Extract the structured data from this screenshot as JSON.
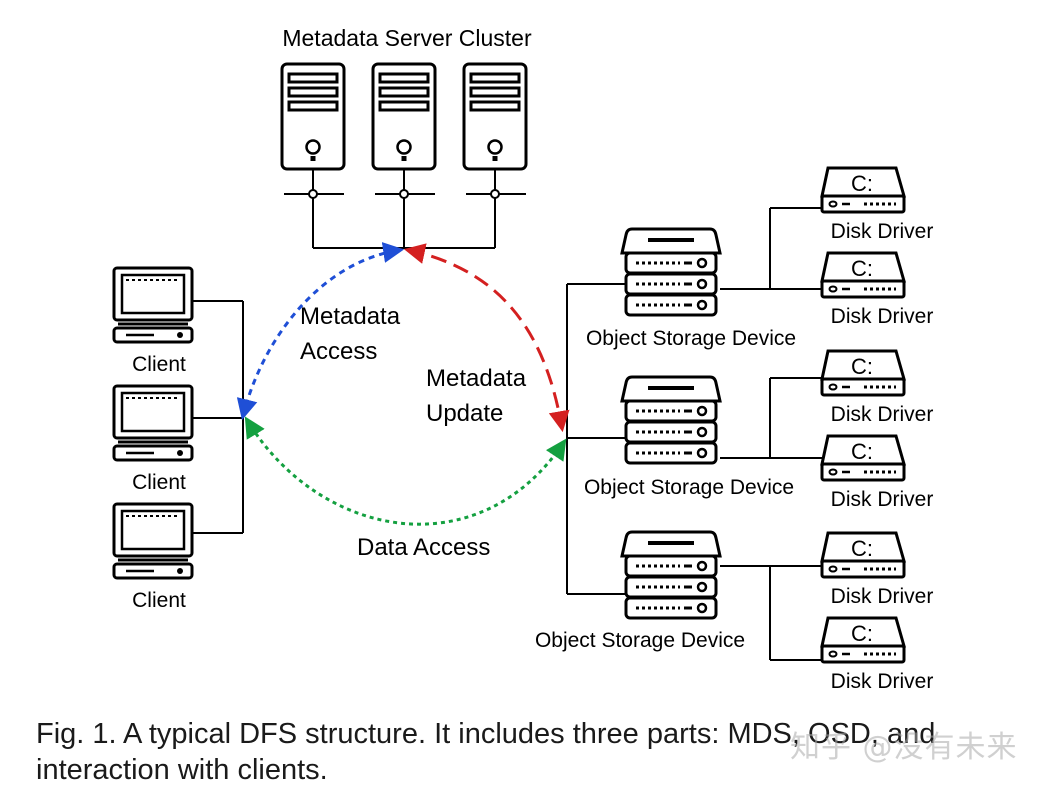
{
  "labels": {
    "mds_cluster": "Metadata Server Cluster",
    "client": "Client",
    "osd": "Object Storage Device",
    "disk": "Disk Driver",
    "disk_drive_letter": "C:",
    "metadata_access_line1": "Metadata",
    "metadata_access_line2": "Access",
    "metadata_update_line1": "Metadata",
    "metadata_update_line2": "Update",
    "data_access": "Data Access"
  },
  "caption": {
    "line1": "Fig. 1. A typical DFS structure. It includes three parts: MDS, OSD, and",
    "line2": "interaction with clients."
  },
  "watermark": "知乎 @没有未来",
  "colors": {
    "metadata_access": "#1f4fd6",
    "metadata_update": "#d42020",
    "data_access": "#14a040",
    "line": "#000000"
  },
  "icons": {
    "mds": "server-tower-icon",
    "client": "terminal-computer-icon",
    "osd": "rack-server-icon",
    "disk": "disk-drive-icon"
  }
}
